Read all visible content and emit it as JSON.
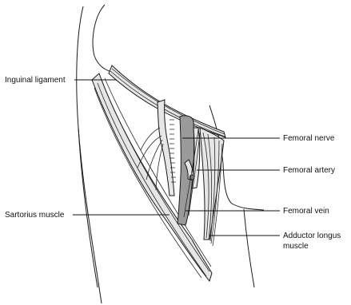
{
  "labels": {
    "inguinal_ligament": "Inguinal ligament",
    "femoral_nerve": "Femoral nerve",
    "femoral_artery": "Femoral artery",
    "sartorius_muscle": "Sartorius muscle",
    "femoral_vein": "Femoral vein",
    "adductor_longus_line1": "Adductor longus",
    "adductor_longus_line2": "muscle"
  },
  "colors": {
    "line": "#1a1a1a",
    "muscle_fill": "#e6e6e6",
    "vessel_fill": "#9a9a9a",
    "background": "#ffffff"
  }
}
